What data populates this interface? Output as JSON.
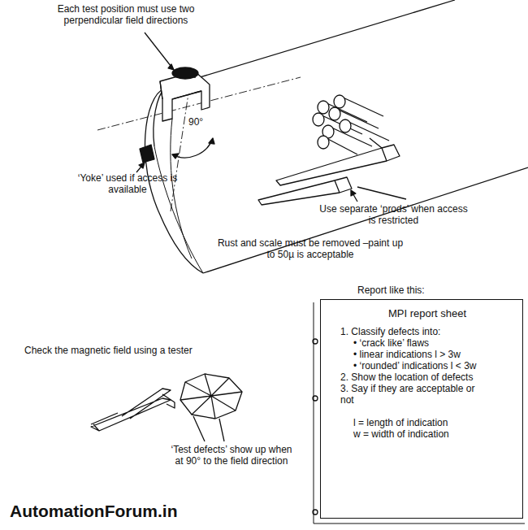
{
  "diagram": {
    "nodes": [
      {
        "text": [
          "MPI report sheet",
          "1. Classify defects into:",
          "• ‘crack like’ flaws",
          "• linear indications l > 3w",
          "• ‘rounded’ indications l < 3w",
          "2. Show the location of defects",
          "3. Say if they are acceptable or not",
          "l = length of indication",
          "w = width of indication"
        ]
      }
    ],
    "labels": [
      "Each test position must use two perpendicular field directions",
      "90°",
      "‘Yoke’ used if access is available",
      "Use separate ‘prods’ when access is restricted",
      "Rust and scale must be removed –paint up to 50µ is acceptable",
      "Report like this:",
      "Check the magnetic field using a tester",
      "‘Test defects’ show up when at 90° to the field direction",
      "AutomationForum.in"
    ]
  }
}
